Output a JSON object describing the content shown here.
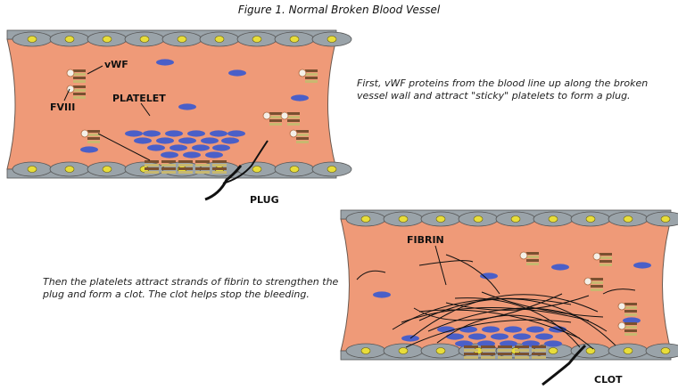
{
  "figure": {
    "title": "Figure 1. Normal Broken Blood Vessel"
  },
  "panels": {
    "top": {
      "labels": {
        "vwf": "vWF",
        "fviii": "FVIII",
        "platelet": "PLATELET",
        "plug": "PLUG"
      },
      "caption": "First, vWF proteins from the blood line up along the broken vessel wall and attract \"sticky\" platelets to form a plug."
    },
    "bottom": {
      "labels": {
        "fibrin": "FIBRIN",
        "clot": "CLOT"
      },
      "caption": "Then the platelets attract strands of fibrin to strengthen the plug and form a clot. The clot helps stop the bleeding."
    }
  },
  "colors": {
    "vessel_fill": "#ef9a78",
    "wall_cell": "#9aa3a9",
    "nucleus": "#e8dd3a",
    "platelet": "#4a5fc8",
    "vwf_stripe": "#7a5030",
    "vwf_band": "#c8b870",
    "fviii": "#f4f0e8"
  }
}
